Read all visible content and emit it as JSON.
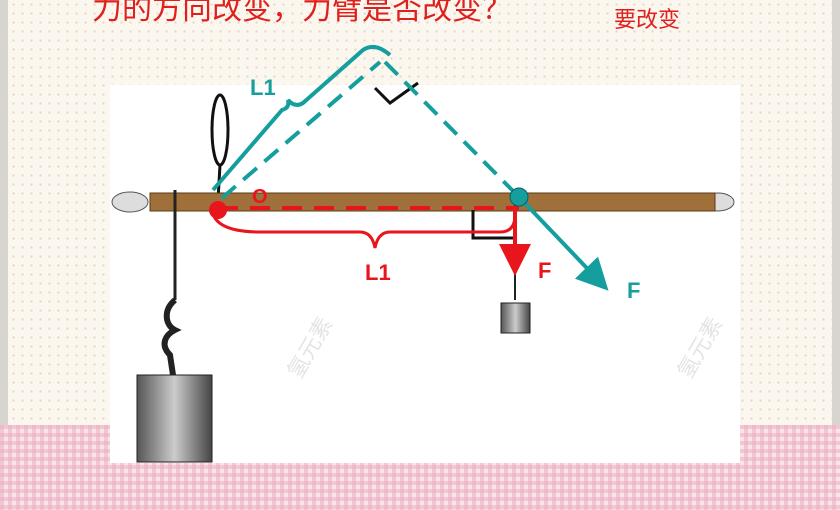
{
  "heading": "力的方向改变，力臂是否改变？",
  "answer": "要改变",
  "labels": {
    "arm_teal": "L1",
    "arm_red": "L1",
    "pivot": "O",
    "force_red": "F",
    "force_teal": "F"
  },
  "watermark": "氢元素",
  "colors": {
    "red": "#e8161c",
    "teal": "#159e9e",
    "rod": "#a0703a"
  }
}
